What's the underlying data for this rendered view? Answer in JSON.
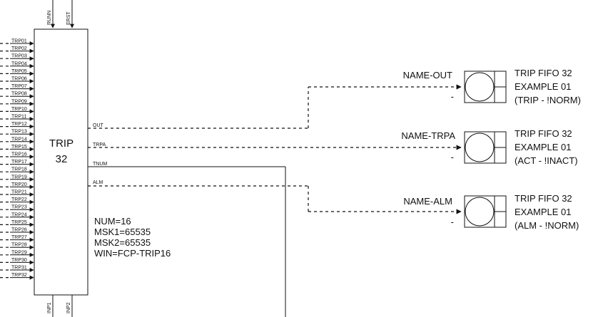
{
  "block": {
    "name_line1": "TRIP",
    "name_line2": "32",
    "top_inputs": [
      "RUNN",
      "ERST"
    ],
    "bottom_inputs": [
      "INP1",
      "INP2"
    ],
    "trip_inputs": [
      "TRP01",
      "TRP02",
      "TRP03",
      "TRP04",
      "TRP05",
      "TRP06",
      "TRP07",
      "TRP08",
      "TRP09",
      "TRP10",
      "TRP11",
      "TRP12",
      "TRP13",
      "TRP14",
      "TRP15",
      "TRP16",
      "TRP17",
      "TRP18",
      "TRP19",
      "TRP20",
      "TRP21",
      "TRP22",
      "TRP23",
      "TRP24",
      "TRP25",
      "TRP26",
      "TRP27",
      "TRP28",
      "TRP29",
      "TRP30",
      "TRP31",
      "TRP32"
    ],
    "outputs": {
      "out": "OUT",
      "trpa": "TRPA",
      "tnum": "TNUM",
      "alm": "ALM"
    },
    "params": {
      "num": "NUM=16",
      "msk1": "MSK1=65535",
      "msk2": "MSK2=65535",
      "win": "WIN=FCP-TRIP16"
    }
  },
  "targets": [
    {
      "name": "NAME-OUT",
      "line1": "TRIP FIFO 32",
      "line2": "EXAMPLE 01",
      "line3": "(TRIP - !NORM)",
      "dash": "-"
    },
    {
      "name": "NAME-TRPA",
      "line1": "TRIP FIFO 32",
      "line2": "EXAMPLE 01",
      "line3": "(ACT - !INACT)",
      "dash": "-"
    },
    {
      "name": "NAME-ALM",
      "line1": "TRIP FIFO 32",
      "line2": "EXAMPLE 01",
      "line3": "(ALM - !NORM)",
      "dash": "-"
    }
  ]
}
